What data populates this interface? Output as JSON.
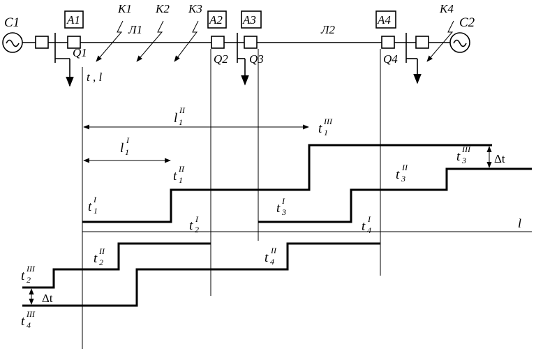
{
  "sources": {
    "left": "C1",
    "right": "C2"
  },
  "protections": [
    "A1",
    "A2",
    "A3",
    "A4"
  ],
  "breakers": [
    "Q1",
    "Q2",
    "Q3",
    "Q4"
  ],
  "faults": [
    "K1",
    "K2",
    "K3",
    "K4"
  ],
  "lines": {
    "first": "Л1",
    "second": "Л2"
  },
  "axis": {
    "vertical_label": "t , l",
    "horizontal_label": "l"
  },
  "symbols": {
    "delta_t": "Δt"
  },
  "stages": {
    "t1_I": {
      "base": "t",
      "sub": "1",
      "sup": "I"
    },
    "t1_II": {
      "base": "t",
      "sub": "1",
      "sup": "II"
    },
    "t1_III": {
      "base": "t",
      "sub": "1",
      "sup": "III"
    },
    "t2_I": {
      "base": "t",
      "sub": "2",
      "sup": "I"
    },
    "t2_II": {
      "base": "t",
      "sub": "2",
      "sup": "II"
    },
    "t2_III": {
      "base": "t",
      "sub": "2",
      "sup": "III"
    },
    "t3_I": {
      "base": "t",
      "sub": "3",
      "sup": "I"
    },
    "t3_II": {
      "base": "t",
      "sub": "3",
      "sup": "II"
    },
    "t3_III": {
      "base": "t",
      "sub": "3",
      "sup": "III"
    },
    "t4_I": {
      "base": "t",
      "sub": "4",
      "sup": "I"
    },
    "t4_II": {
      "base": "t",
      "sub": "4",
      "sup": "II"
    },
    "t4_III": {
      "base": "t",
      "sub": "4",
      "sup": "III"
    }
  },
  "zones": {
    "l1_I": {
      "base": "l",
      "sub": "1",
      "sup": "I"
    },
    "l1_II": {
      "base": "l",
      "sub": "1",
      "sup": "II"
    }
  }
}
